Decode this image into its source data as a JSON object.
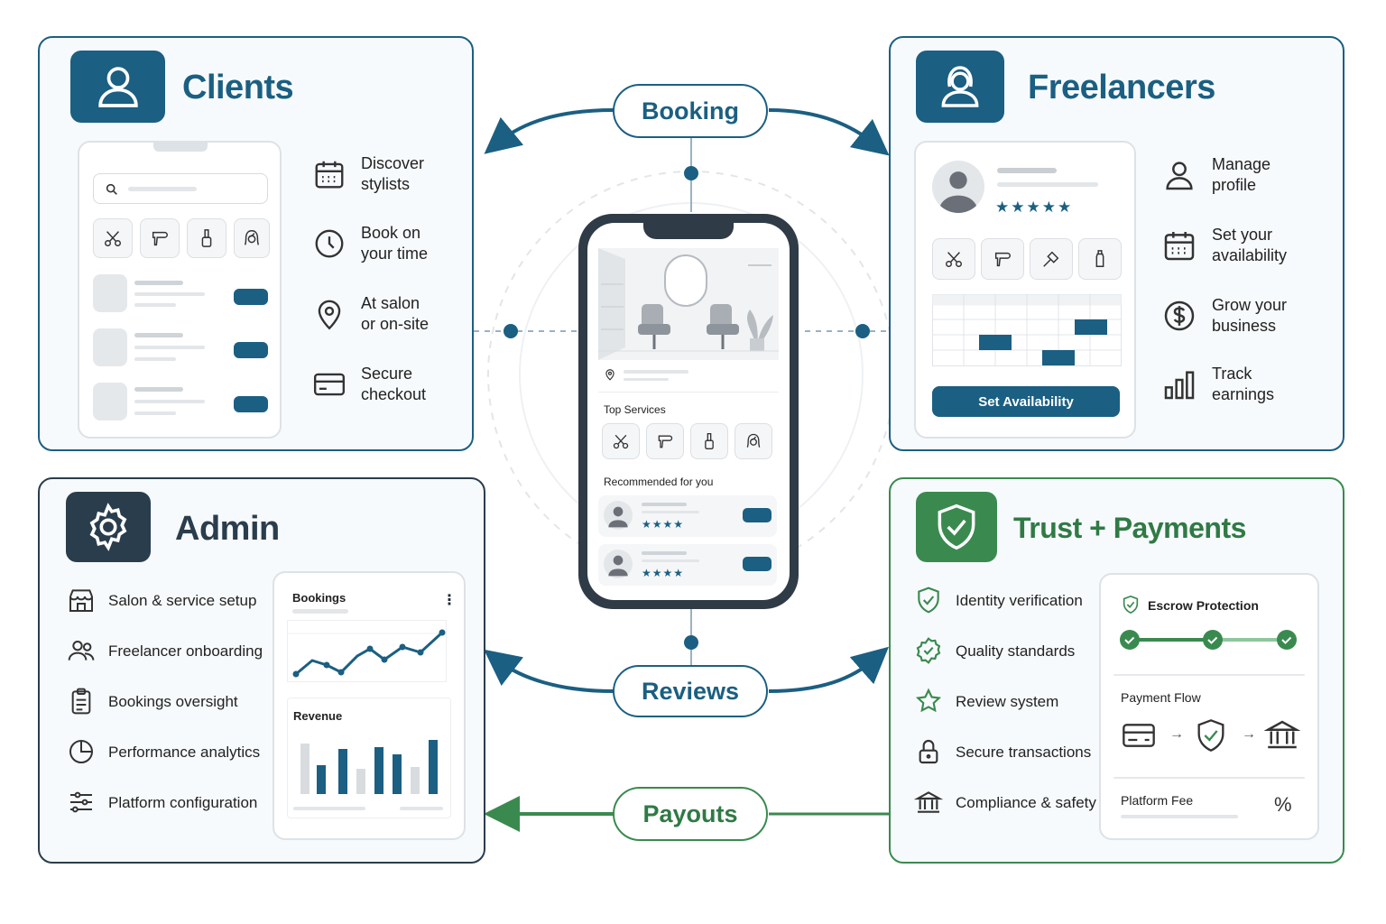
{
  "clients": {
    "title": "Clients",
    "features": [
      "Discover\nstylists",
      "Book on\nyour time",
      "At salon\nor on-site",
      "Secure\ncheckout"
    ]
  },
  "freelancers": {
    "title": "Freelancers",
    "features": [
      "Manage\nprofile",
      "Set your\navailability",
      "Grow your\nbusiness",
      "Track\nearnings"
    ],
    "button": "Set Availability"
  },
  "admin": {
    "title": "Admin",
    "features": [
      "Salon & service setup",
      "Freelancer onboarding",
      "Bookings oversight",
      "Performance analytics",
      "Platform configuration"
    ],
    "bookings_label": "Bookings",
    "revenue_label": "Revenue"
  },
  "trust": {
    "title": "Trust + Payments",
    "features": [
      "Identity verification",
      "Quality standards",
      "Review system",
      "Secure transactions",
      "Compliance & safety"
    ],
    "escrow_label": "Escrow Protection",
    "payment_flow_label": "Payment Flow",
    "platform_fee_label": "Platform Fee",
    "percent_symbol": "%"
  },
  "phone": {
    "top_services": "Top Services",
    "recommended": "Recommended for you",
    "stars": "★★★★"
  },
  "connectors": {
    "booking": "Booking",
    "reviews": "Reviews",
    "payouts": "Payouts"
  },
  "colors": {
    "blue": "#1b5f82",
    "dark": "#2a3d4d",
    "green": "#3a8a4f"
  }
}
